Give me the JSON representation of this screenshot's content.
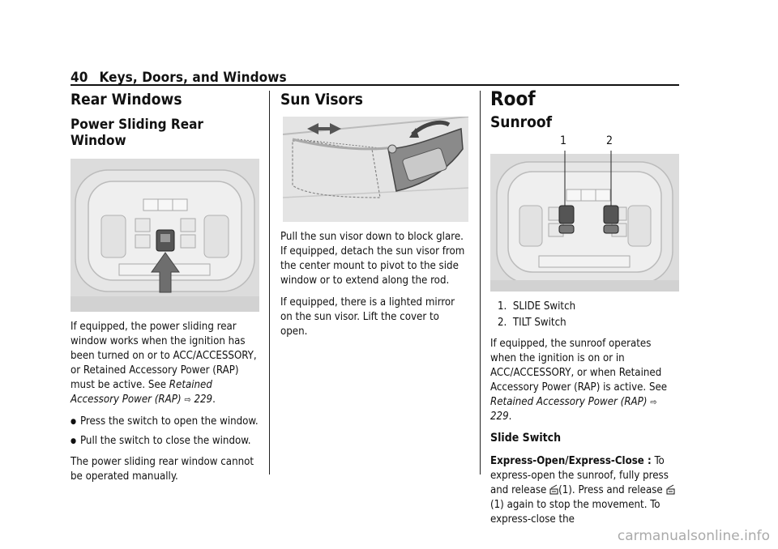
{
  "header": {
    "page_number": "40",
    "section": "Keys, Doors, and Windows"
  },
  "col1": {
    "heading": "Rear Windows",
    "subheading": "Power Sliding Rear Window",
    "para1_a": "If equipped, the power sliding rear window works when the ignition has been turned on or to ACC/ACCESSORY, or Retained Accessory Power (RAP) must be active. See ",
    "para1_ref": "Retained Accessory Power (RAP)",
    "para1_page": "229",
    "bullets": [
      "Press the switch to open the window.",
      "Pull the switch to close the window."
    ],
    "para2": "The power sliding rear window cannot be operated manually."
  },
  "col2": {
    "heading": "Sun Visors",
    "para1": "Pull the sun visor down to block glare. If equipped, detach the sun visor from the center mount to pivot to the side window or to extend along the rod.",
    "para2": "If equipped, there is a lighted mirror on the sun visor. Lift the cover to open."
  },
  "col3": {
    "heading": "Roof",
    "subheading": "Sunroof",
    "callout1": "1",
    "callout2": "2",
    "list": [
      "1.  SLIDE Switch",
      "2.  TILT Switch"
    ],
    "para1_a": "If equipped, the sunroof operates when the ignition is on or in ACC/ACCESSORY, or when Retained Accessory Power (RAP) is active. See ",
    "para1_ref": "Retained Accessory Power (RAP)",
    "para1_page": "229",
    "label_slide": "Slide Switch",
    "label_express": "Express-Open/Express-Close :",
    "para2_a": " To express-open the sunroof, fully press and release ",
    "para2_b": "(1). Press and release ",
    "para2_c": "(1) again to stop the movement. To express-close the"
  },
  "watermark": "carmanualsonline.info",
  "ref_arrow": "⇨"
}
